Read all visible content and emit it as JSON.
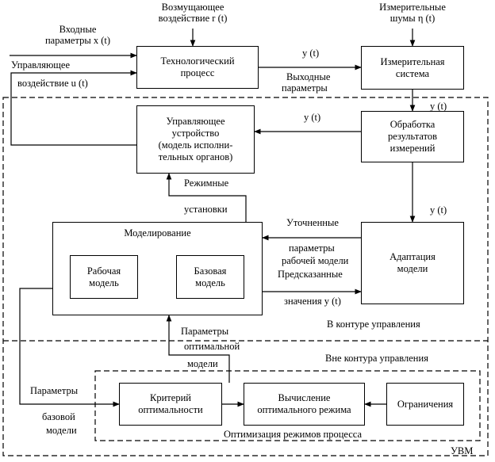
{
  "blocks": {
    "tech_process": "Технологический\nпроцесс",
    "measuring_system": "Измерительная\nсистема",
    "control_device": "Управляющее\nустройство\n(модель исполни-\nтельных органов)",
    "processing": "Обработка\nрезультатов\nизмерений",
    "modeling": "Моделирование",
    "working_model": "Рабочая\nмодель",
    "base_model": "Базовая\nмодель",
    "adaptation": "Адаптация\nмодели",
    "criterion": "Критерий\nоптимальности",
    "calc_mode": "Вычисление\nоптимального режима",
    "constraints": "Ограничения"
  },
  "labels": {
    "disturbance": "Возмущающее\nвоздействие  r (t)",
    "noise": "Измерительные\nшумы η (t)",
    "input_params": "Входные\nпараметры x (t)",
    "control_action_1": "Управляющее",
    "control_action_2": "воздействие u (t)",
    "y_out": "y (t)",
    "output_params_1": "Выходные",
    "output_params_2": "параметры",
    "y_meas": "y (t)",
    "y_ctrl": "y (t)",
    "y_adapt": "y (t)",
    "mode_1": "Режимные",
    "mode_2": "установки",
    "refined_1": "Уточненные",
    "refined_2": "параметры",
    "refined_3": "рабочей модели",
    "predicted_1": "Предсказанные",
    "predicted_2": "значения y (t)",
    "opt_params_1": "Параметры",
    "opt_params_2": "оптимальной",
    "opt_params_3": "модели",
    "in_loop": "В контуре управления",
    "out_loop": "Вне контура управления",
    "base_params_1": "Параметры",
    "base_params_2": "базовой",
    "base_params_3": "модели",
    "optimization": "Оптимизация режимов процесса",
    "uvm": "УВМ"
  }
}
